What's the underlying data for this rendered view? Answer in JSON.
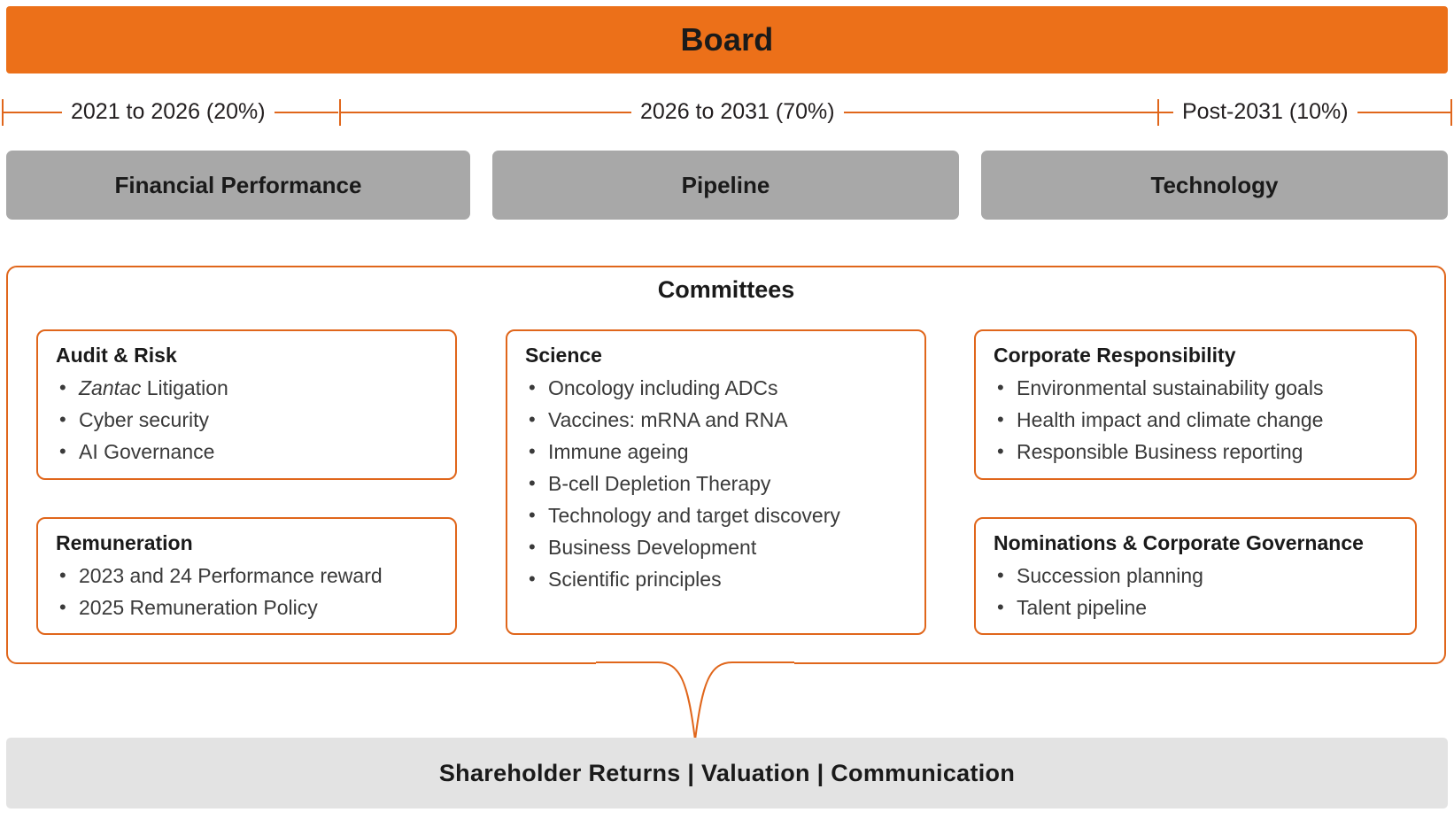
{
  "header": {
    "title": "Board",
    "bar_color": "#EC7019"
  },
  "timeline": {
    "accent_color": "#E0661B",
    "segments": [
      {
        "label": "2021 to 2026 (20%)",
        "share": "20%"
      },
      {
        "label": "2026 to 2031 (70%)",
        "share": "70%"
      },
      {
        "label": "Post-2031 (10%)",
        "share": "10%"
      }
    ]
  },
  "pillars": {
    "box_color": "#A8A8A8",
    "items": [
      {
        "label": "Financial Performance"
      },
      {
        "label": "Pipeline"
      },
      {
        "label": "Technology"
      }
    ]
  },
  "committees": {
    "title": "Committees",
    "border_color": "#E0661B",
    "cards": [
      {
        "title": "Audit & Risk",
        "items": [
          {
            "italic": "Zantac",
            "rest": " Litigation"
          },
          {
            "text": "Cyber security"
          },
          {
            "text": "AI Governance"
          }
        ]
      },
      {
        "title": "Remuneration",
        "items": [
          {
            "text": "2023 and 24 Performance reward"
          },
          {
            "text": "2025 Remuneration Policy"
          }
        ]
      },
      {
        "title": "Science",
        "items": [
          {
            "text": "Oncology including ADCs"
          },
          {
            "text": "Vaccines: mRNA and RNA"
          },
          {
            "text": "Immune ageing"
          },
          {
            "text": "B-cell Depletion Therapy"
          },
          {
            "text": "Technology and target discovery"
          },
          {
            "text": "Business Development"
          },
          {
            "text": "Scientific principles"
          }
        ]
      },
      {
        "title": "Corporate Responsibility",
        "items": [
          {
            "text": "Environmental sustainability goals"
          },
          {
            "text": "Health impact and climate change"
          },
          {
            "text": "Responsible Business reporting"
          }
        ]
      },
      {
        "title": "Nominations & Corporate Governance",
        "items": [
          {
            "text": "Succession planning"
          },
          {
            "text": "Talent pipeline"
          }
        ]
      }
    ]
  },
  "footer": {
    "text": "Shareholder Returns  |  Valuation  |  Communication",
    "bar_color": "#E3E3E3"
  }
}
